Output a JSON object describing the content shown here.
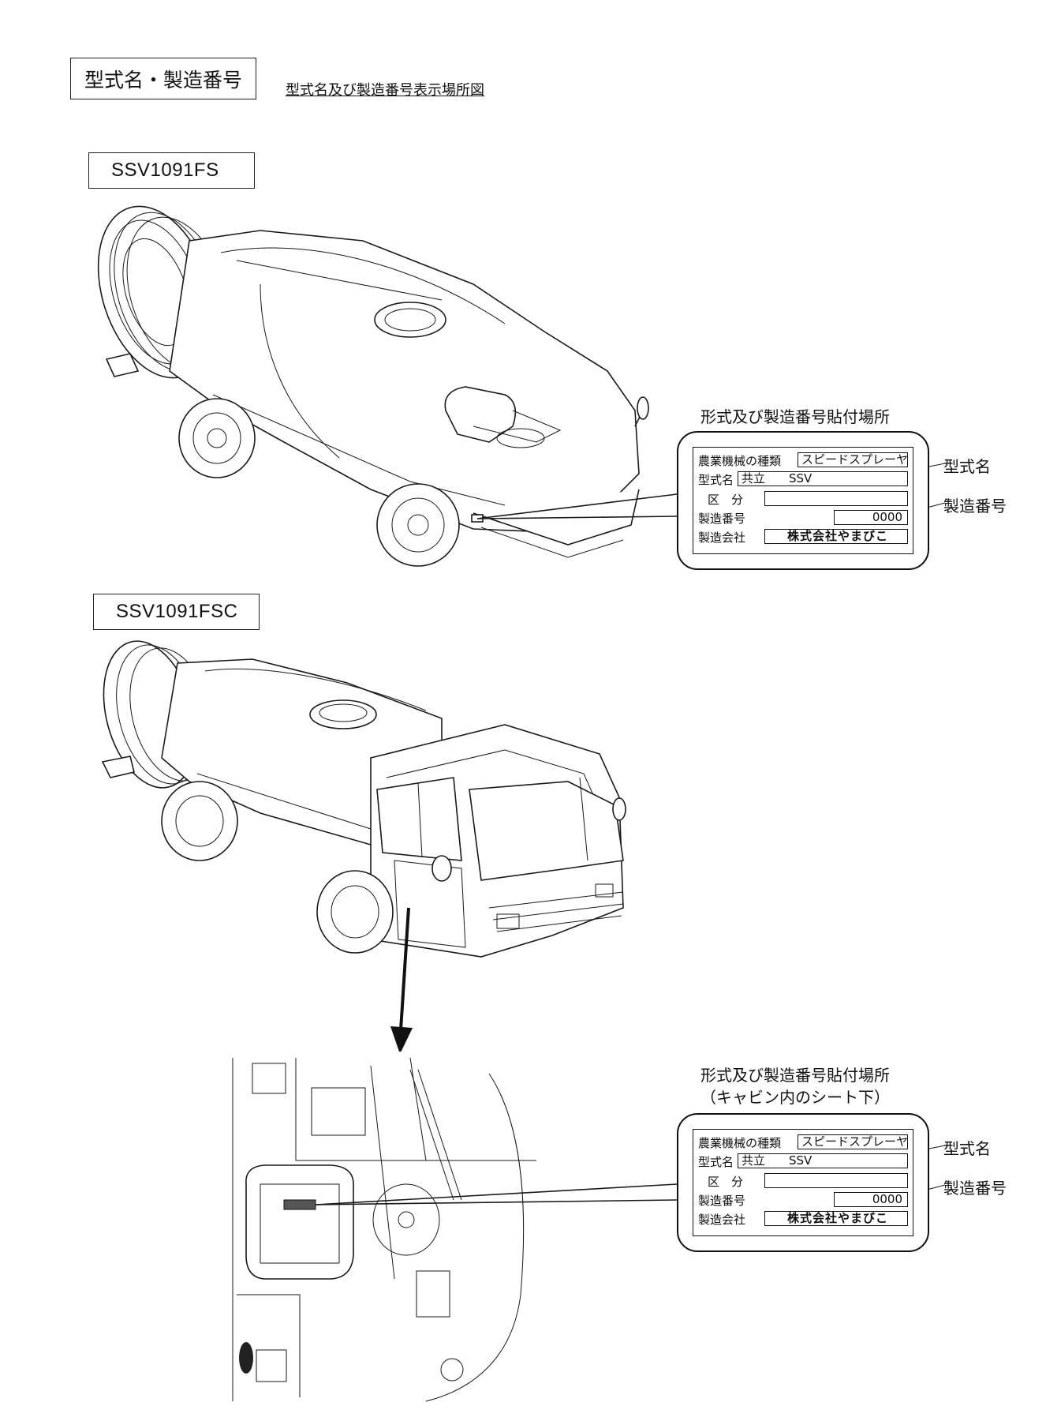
{
  "header": {
    "title": "型式名・製造番号",
    "subtitle": "型式名及び製造番号表示場所図"
  },
  "models": [
    {
      "name": "SSV1091FS"
    },
    {
      "name": "SSV1091FSC"
    }
  ],
  "section1": {
    "caption": "形式及び製造番号貼付場所"
  },
  "section2": {
    "caption_line1": "形式及び製造番号貼付場所",
    "caption_line2": "（キャビン内のシート下）"
  },
  "plate": {
    "row1_label": "農業機械の種類",
    "row1_value": "スピードスプレーヤ",
    "row2_label": "型式名",
    "row2_value": "共立　　SSV",
    "row3_label": "区　分",
    "row3_value": "",
    "row4_label": "製造番号",
    "row4_value": "0000",
    "row5_label": "製造会社",
    "row5_value": "株式会社やまびこ"
  },
  "callouts": {
    "model_name": "型式名",
    "serial_number": "製造番号"
  }
}
